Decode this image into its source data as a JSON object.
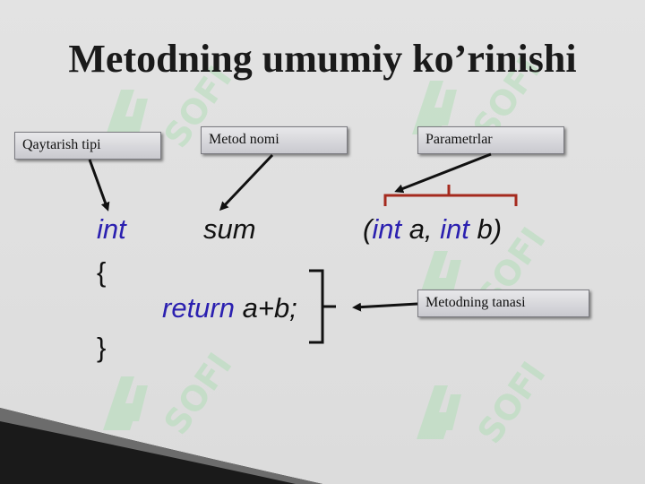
{
  "slide": {
    "title": "Metodning umumiy ko’rinishi"
  },
  "labels": {
    "return_type": "Qaytarish tipi",
    "method_name": "Metod nomi",
    "parameters": "Parametrlar",
    "method_body": "Metodning tanasi"
  },
  "code": {
    "return_kw": "int",
    "method_name": "sum",
    "param_open": "(",
    "param1_type": "int",
    "param1_name": " a, ",
    "param2_type": "int",
    "param2_name": " b)",
    "open_brace": "{",
    "return_stmt_kw": "return",
    "return_expr": " a+b;",
    "close_brace": "}"
  },
  "colors": {
    "keyword": "#2b20b0",
    "watermark": "#a9ddb0"
  },
  "icons": {
    "watermark": "sofi-watermark-logo"
  }
}
